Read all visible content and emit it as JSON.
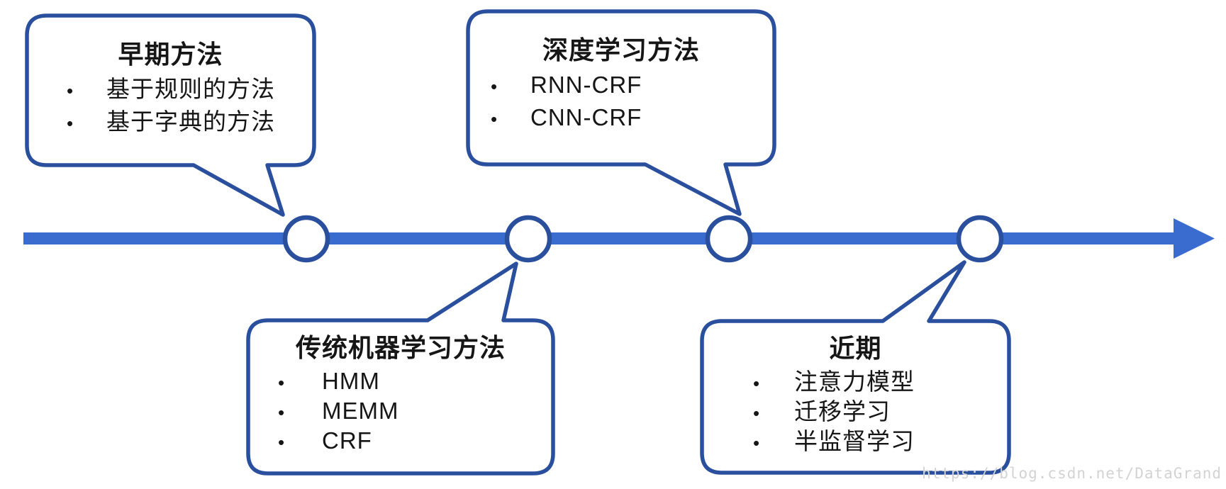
{
  "diagram": {
    "type": "timeline",
    "direction": "left-to-right",
    "node_count": 4,
    "bullet_char": "•",
    "colors": {
      "timeline_line": "#3A6CD0",
      "bubble_outline": "#2A4F9D",
      "bubble_fill": "#FFFFFF",
      "text": "#161616",
      "watermark": "#D3D3D3"
    },
    "bubbles": [
      {
        "title": "早期方法",
        "items": [
          "基于规则的方法",
          "基于字典的方法"
        ],
        "position": "above-timeline",
        "points_to_node": 1
      },
      {
        "title": "深度学习方法",
        "items": [
          "RNN-CRF",
          "CNN-CRF"
        ],
        "position": "above-timeline",
        "points_to_node": 3
      },
      {
        "title": "传统机器学习方法",
        "items": [
          "HMM",
          "MEMM",
          "CRF"
        ],
        "position": "below-timeline",
        "points_to_node": 2
      },
      {
        "title": "近期",
        "items": [
          "注意力模型",
          "迁移学习",
          "半监督学习"
        ],
        "position": "below-timeline",
        "points_to_node": 4
      }
    ],
    "watermark": "https://blog.csdn.net/DataGrand"
  }
}
